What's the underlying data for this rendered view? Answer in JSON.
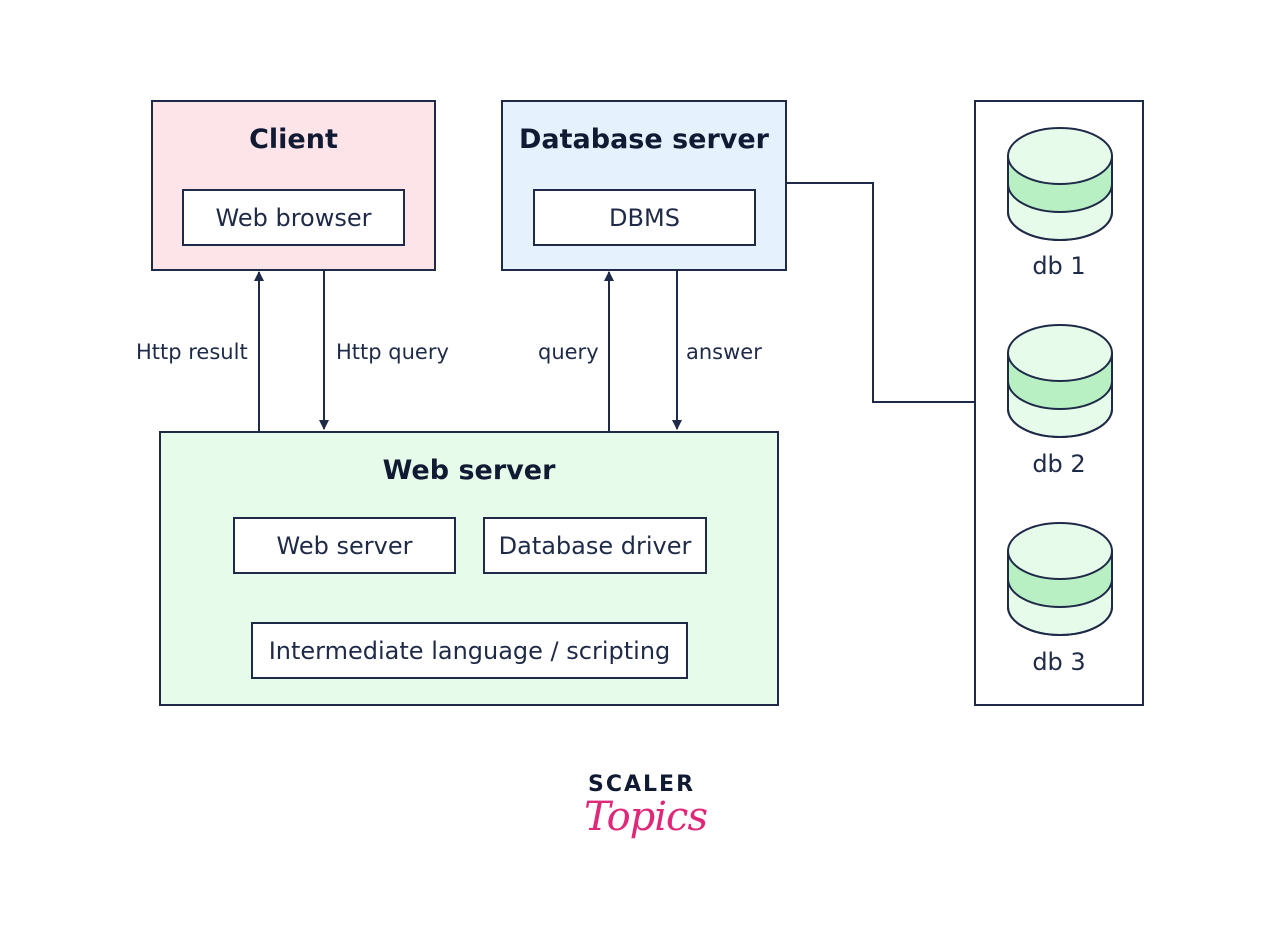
{
  "client": {
    "title": "Client",
    "component": "Web browser"
  },
  "database_server": {
    "title": "Database server",
    "component": "DBMS"
  },
  "web_server": {
    "title": "Web server",
    "components": {
      "web_server": "Web server",
      "database_driver": "Database driver",
      "intermediate": "Intermediate language / scripting"
    }
  },
  "edges": {
    "http_result": "Http result",
    "http_query": "Http query",
    "query": "query",
    "answer": "answer"
  },
  "databases": [
    "db 1",
    "db 2",
    "db 3"
  ],
  "logo": {
    "line1": "SCALER",
    "line2": "Topics"
  },
  "colors": {
    "client_bg": "#fde4e8",
    "database_server_bg": "#e5f2fd",
    "web_server_bg": "#e6fbe9",
    "db_stripe": "#b8efc3",
    "db_fill": "#e6fbe9",
    "stroke": "#1e2a47",
    "logo_accent": "#e0287a"
  }
}
